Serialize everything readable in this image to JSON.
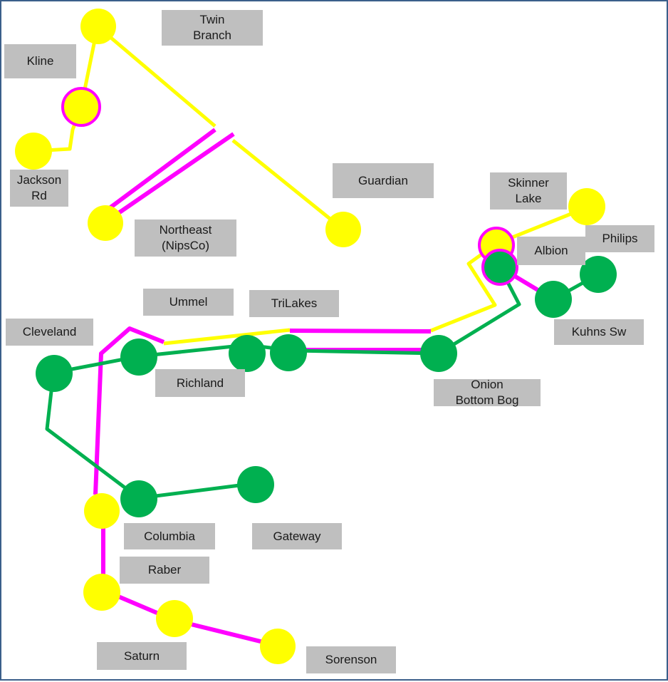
{
  "colors": {
    "yellow": "#ffff00",
    "magenta": "#ff00ff",
    "green": "#00b050",
    "label_bg": "#bfbfbf",
    "border": "#3b5f8a"
  },
  "labels": {
    "twin_branch": "Twin\nBranch",
    "kline": "Kline",
    "jackson_rd": "Jackson\nRd",
    "guardian": "Guardian",
    "northeast": "Northeast\n(NipsCo)",
    "skinner_lake": "Skinner\nLake",
    "philips": "Philips",
    "albion": "Albion",
    "ummel": "Ummel",
    "trilakes": "TriLakes",
    "cleveland": "Cleveland",
    "kuhns_sw": "Kuhns Sw",
    "richland": "Richland",
    "onion_bottom_bog": "Onion\nBottom Bog",
    "columbia": "Columbia",
    "gateway": "Gateway",
    "raber": "Raber",
    "saturn": "Saturn",
    "sorenson": "Sorenson"
  },
  "legend_note": ""
}
